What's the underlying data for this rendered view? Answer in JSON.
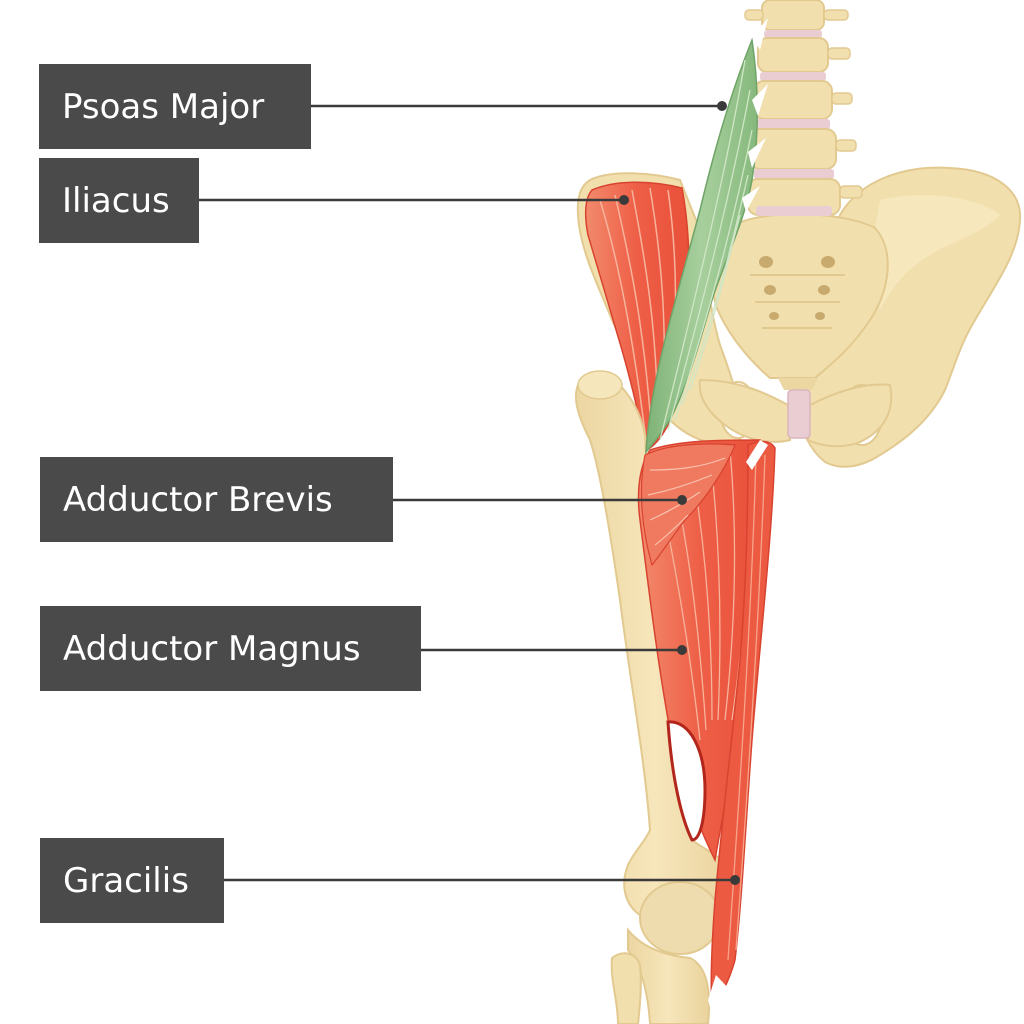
{
  "labels": {
    "psoas_major": "Psoas Major",
    "iliacus": "Iliacus",
    "adductor_brevis": "Adductor Brevis",
    "adductor_magnus": "Adductor Magnus",
    "gracilis": "Gracilis"
  },
  "colors": {
    "bone": "#f2dfae",
    "bone_outline": "#e2c990",
    "bone_shadow": "#e6cf98",
    "disc": "#e9cdd2",
    "muscle_red": "#ee5a44",
    "muscle_red_light": "#f59a7e",
    "muscle_outline": "#c0241a",
    "psoas_green": "#8fbe86",
    "psoas_light": "#b8d8ae",
    "label_bg": "#4a4a4a",
    "label_text": "#ffffff",
    "leader_line": "#3a3a3a"
  }
}
